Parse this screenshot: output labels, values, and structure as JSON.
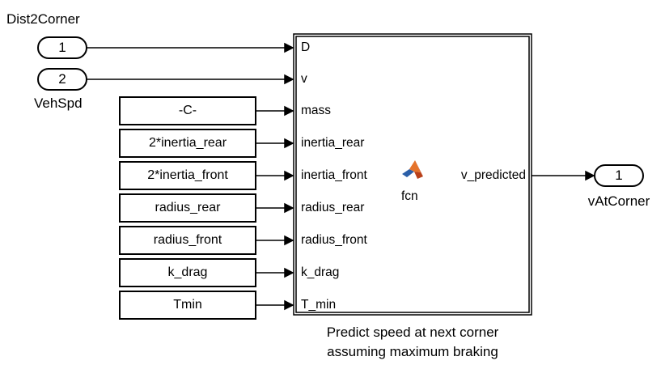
{
  "inports": [
    {
      "number": "1",
      "name": "Dist2Corner"
    },
    {
      "number": "2",
      "name": "VehSpd"
    }
  ],
  "constants": [
    {
      "value": "-C-"
    },
    {
      "value": "2*inertia_rear"
    },
    {
      "value": "2*inertia_front"
    },
    {
      "value": "radius_rear"
    },
    {
      "value": "radius_front"
    },
    {
      "value": "k_drag"
    },
    {
      "value": "Tmin"
    }
  ],
  "function_block": {
    "input_ports": [
      "D",
      "v",
      "mass",
      "inertia_rear",
      "inertia_front",
      "radius_rear",
      "radius_front",
      "k_drag",
      "T_min"
    ],
    "output_port": "v_predicted",
    "function_name": "fcn",
    "icon": "matlab-logo-icon",
    "caption_line1": "Predict speed at next corner",
    "caption_line2": "assuming maximum braking"
  },
  "outport": {
    "number": "1",
    "name": "vAtCorner"
  }
}
